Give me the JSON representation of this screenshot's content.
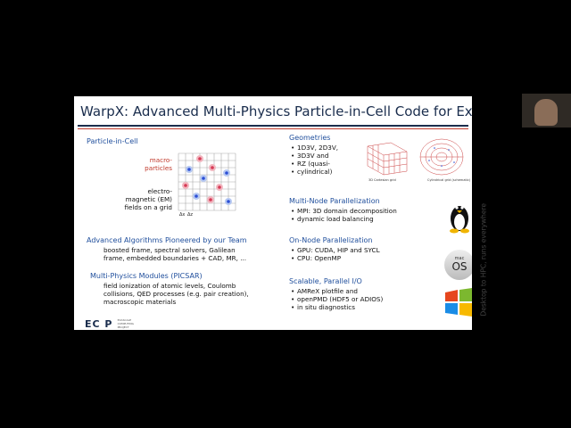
{
  "slide": {
    "title": "WarpX: Advanced Multi-Physics Particle-in-Cell Code for Exascale",
    "pic": {
      "heading": "Particle-in-Cell",
      "label_macro_1": "macro-",
      "label_macro_2": "particles",
      "label_em_1": "electro-",
      "label_em_2": "magnetic (EM)",
      "label_em_3": "fields on a grid",
      "grid_dx": "Δx",
      "grid_dz": "Δz"
    },
    "algorithms": {
      "heading": "Advanced Algorithms Pioneered by our Team",
      "text_1": "boosted frame, spectral solvers, Galilean",
      "text_2": "frame, embedded boundaries + CAD, MR, ..."
    },
    "physics": {
      "heading": "Multi-Physics Modules (PICSAR)",
      "text_1": "field ionization of atomic levels, Coulomb",
      "text_2": "collisions, QED processes (e.g. pair creation),",
      "text_3": "macroscopic materials"
    },
    "geometries": {
      "heading": "Geometries",
      "items": [
        "1D3V, 2D3V,",
        "3D3V and",
        "RZ (quasi-",
        "cylindrical)"
      ],
      "cartesian_caption": "3D Cartesian grid",
      "cyl_caption": "Cylindrical grid (schematic)"
    },
    "multinode": {
      "heading": "Multi-Node Parallelization",
      "items": [
        "MPI: 3D domain decomposition",
        "dynamic load balancing"
      ]
    },
    "onnode": {
      "heading": "On-Node Parallelization",
      "items": [
        "GPU: CUDA, HIP and SYCL",
        "CPU: OpenMP"
      ]
    },
    "io": {
      "heading": "Scalable, Parallel I/O",
      "items": [
        "AMReX plotfile and",
        "openPMD (HDF5 or ADIOS)",
        "in situ diagnostics"
      ]
    },
    "side_text": "Desktop to HPC, runs everywhere",
    "logos": {
      "ecp": "EC P",
      "ecp_small": "EXASCALE COMPUTING PROJECT",
      "mac_1": "mac",
      "mac_2": "OS"
    }
  },
  "colors": {
    "heading": "#1f4e9c",
    "title": "#1a2d4d",
    "accent": "#c0392b"
  }
}
